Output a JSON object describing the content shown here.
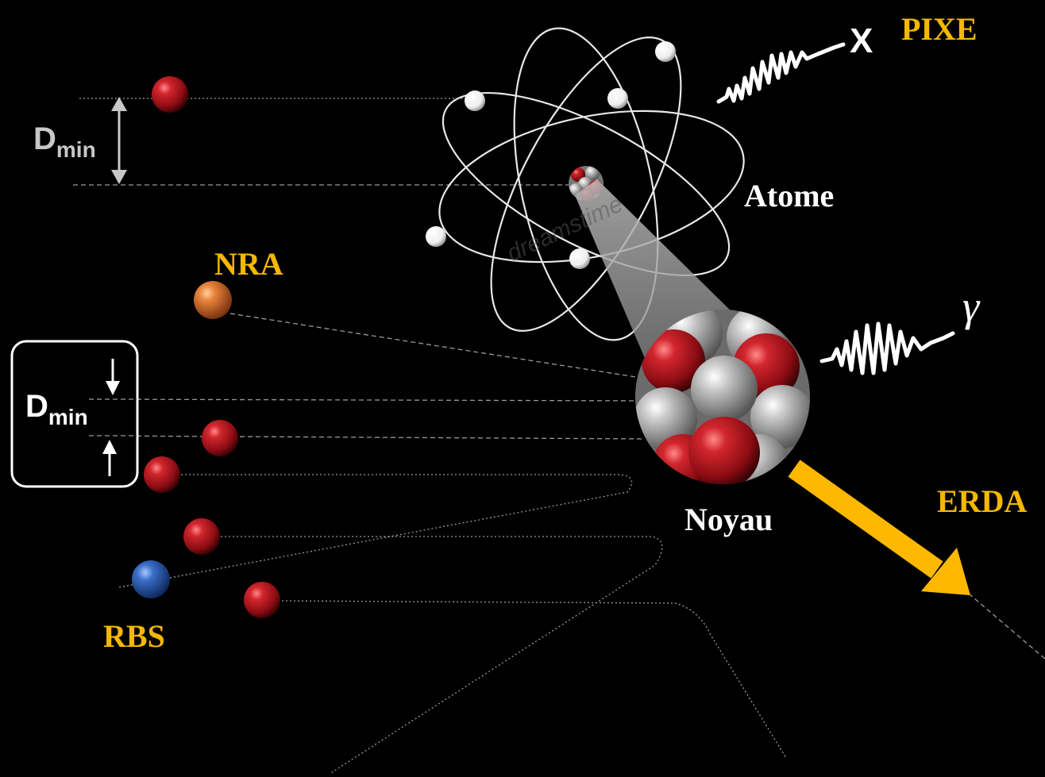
{
  "labels": {
    "pixe": "PIXE",
    "x_ray": "X",
    "atome": "Atome",
    "nra": "NRA",
    "gamma": "γ",
    "noyau": "Noyau",
    "erda": "ERDA",
    "rbs": "RBS",
    "dmin_top_main": "D",
    "dmin_top_sub": "min",
    "dmin_box_main": "D",
    "dmin_box_sub": "min"
  },
  "colors": {
    "background": "#000000",
    "technique_label": "#f5b800",
    "white_label": "#ffffff",
    "dmin_gray": "#c8c8c8",
    "proton_red": "#a3121a",
    "nra_orange": "#e07a2e",
    "rbs_blue": "#2a5fb0",
    "erda_arrow": "#ffb800"
  },
  "watermark": "dreamstime"
}
